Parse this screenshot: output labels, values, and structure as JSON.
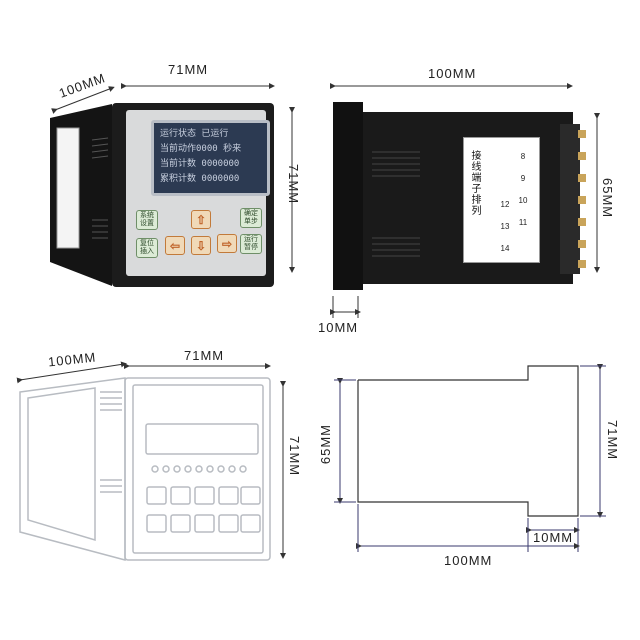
{
  "dimensions": {
    "top_left_depth": "100MM",
    "top_left_width": "71MM",
    "top_left_height": "71MM",
    "top_right_depth": "100MM",
    "top_right_height": "65MM",
    "top_right_panel": "10MM",
    "bottom_left_depth": "100MM",
    "bottom_left_width": "71MM",
    "bottom_left_height": "71MM",
    "bottom_right_height_left": "65MM",
    "bottom_right_height_right": "71MM",
    "bottom_right_panel": "10MM",
    "bottom_right_depth": "100MM"
  },
  "device": {
    "lcd_lines": [
      "运行状态 已运行",
      "当前动作0000 秒来",
      "当前计数 0000000",
      "累积计数 0000000"
    ],
    "keys": {
      "system_settings": "系统设置",
      "reset_insert": "复位插入",
      "confirm_step": "确定单步",
      "run_pause": "运行暂停"
    },
    "arrows": {
      "up": "⇧",
      "down": "⇩",
      "left": "⇦",
      "right": "⇨"
    }
  },
  "terminal_label": {
    "title": "接线端子排列",
    "row1": [
      "8",
      "9",
      "10",
      "11"
    ],
    "row2": [
      "12",
      "13",
      "14"
    ]
  },
  "colors": {
    "device_body": "#1c1c1c",
    "faceplate": "#d9dadb",
    "lcd": "#2c3a52",
    "dimension_line": "#3a3a6e"
  }
}
